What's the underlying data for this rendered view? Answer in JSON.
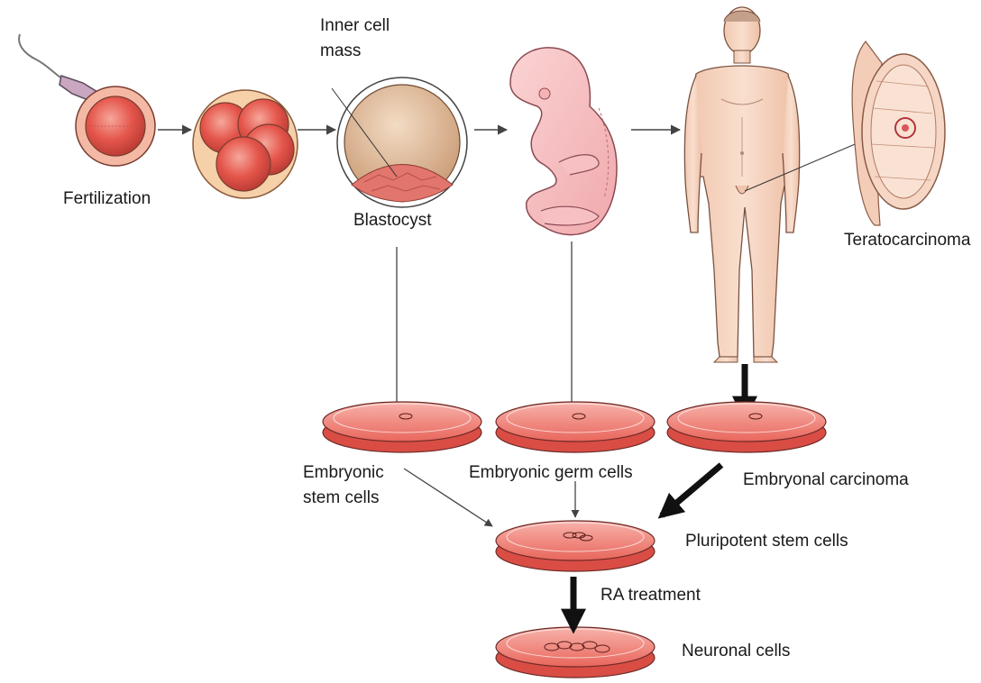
{
  "labels": {
    "fertilization": "Fertilization",
    "inner_cell_mass_line1": "Inner cell",
    "inner_cell_mass_line2": "mass",
    "blastocyst": "Blastocyst",
    "teratocarcinoma": "Teratocarcinoma",
    "embryonic_stem_cells_line1": "Embryonic",
    "embryonic_stem_cells_line2": "stem cells",
    "embryonic_germ_cells": "Embryonic germ cells",
    "embryonal_carcinoma": "Embryonal carcinoma",
    "pluripotent_stem_cells": "Pluripotent stem cells",
    "ra_treatment": "RA treatment",
    "neuronal_cells": "Neuronal cells"
  },
  "colors": {
    "cell_fill": "#e8584f",
    "cell_rim": "#f6c9a8",
    "dish_fill": "#f08a82",
    "skin": "#f7d7c4",
    "arrow_thin": "#444444",
    "arrow_bold": "#111111"
  }
}
